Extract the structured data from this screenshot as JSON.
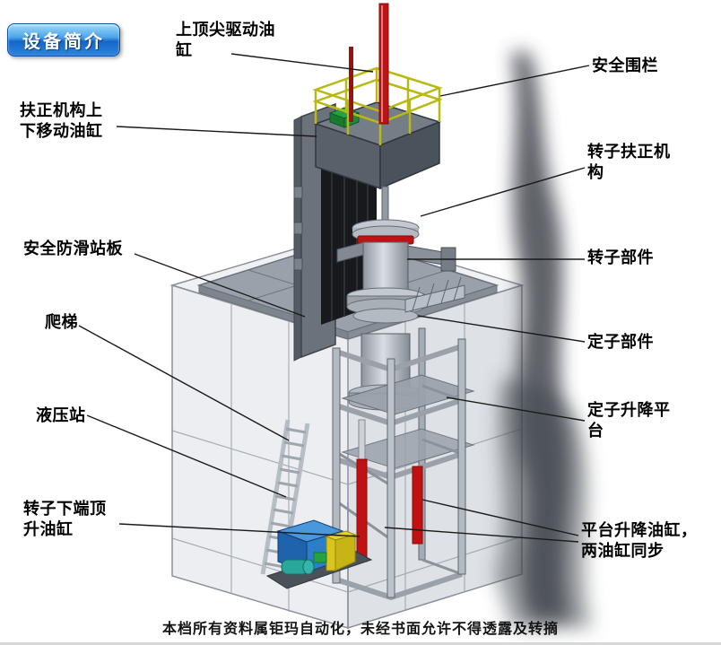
{
  "badge": {
    "label": "设备简介"
  },
  "labels": {
    "top_cylinder": "上顶尖驱动油缸",
    "safety_fence": "安全围栏",
    "centering_cylinder": "扶正机构上下移动油缸",
    "rotor_centering": "转子扶正机构",
    "antislip_plate": "安全防滑站板",
    "rotor_part": "转子部件",
    "ladder": "爬梯",
    "stator_part": "定子部件",
    "hydraulic_station": "液压站",
    "stator_platform": "定子升降平台",
    "rotor_bottom_cylinder": "转子下端顶升油缸",
    "platform_cylinders": "平台升降油缸，两油缸同步"
  },
  "footer": {
    "text": "本档所有资料属钜玛自动化，未经书面允许不得透露及转摘"
  },
  "colors": {
    "badge_blue": "#1e78d8",
    "cylinder_red": "#c01212",
    "railing_yellow": "#b8ba12",
    "hydraulic_blue": "#2d7ec8",
    "frame_gray": "#9aa1ab",
    "smudge_gray": "#3c4148"
  }
}
